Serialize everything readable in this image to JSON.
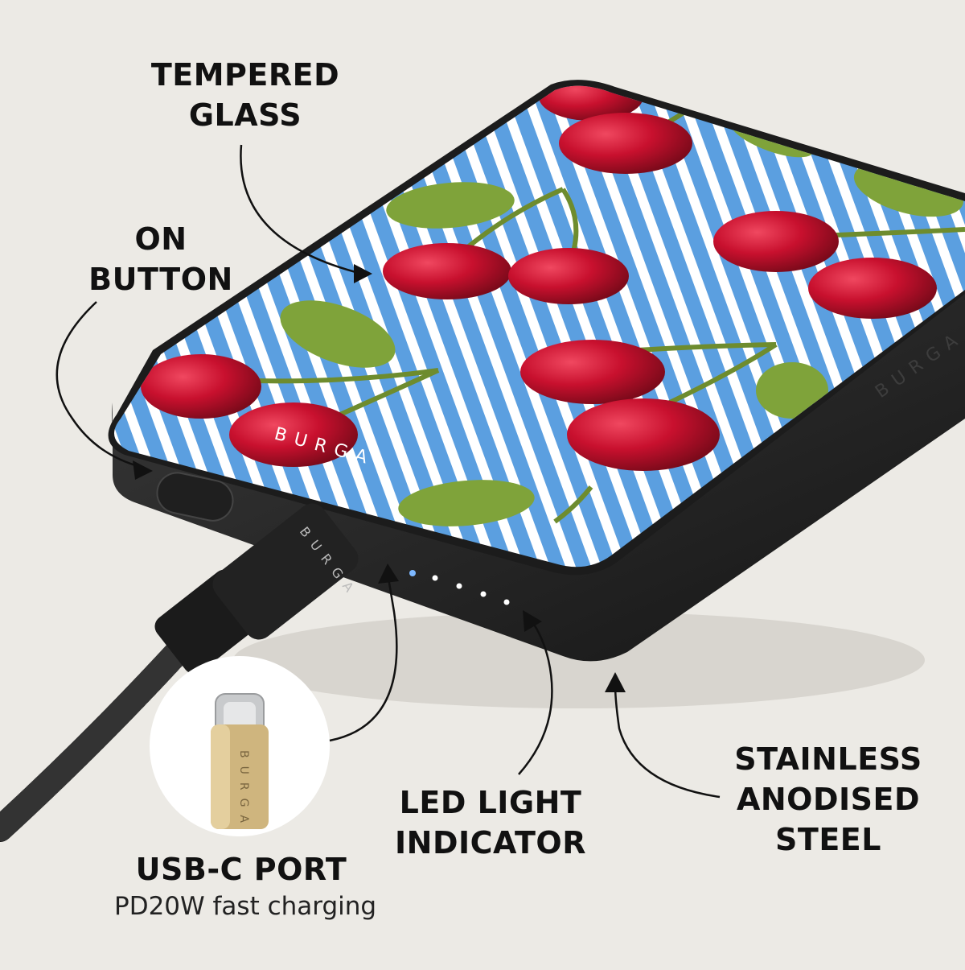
{
  "brand": "BURGA",
  "labels": {
    "tempered_glass": [
      "TEMPERED",
      "GLASS"
    ],
    "on_button": [
      "ON",
      "BUTTON"
    ],
    "usb_c_port": "USB-C PORT",
    "usb_c_sub": "PD20W fast charging",
    "led_light": [
      "LED LIGHT",
      "INDICATOR"
    ],
    "steel": [
      "STAINLESS",
      "ANODISED",
      "STEEL"
    ]
  },
  "colors": {
    "background": "#ECEAE5",
    "stripe_blue": "#5B9FE0",
    "cherry": "#C8102E",
    "leaf": "#7FA33A",
    "body": "#2A2A2A",
    "led": "#FFFFFF"
  },
  "icons": [
    "arrow-icon",
    "usb-c-connector-icon",
    "cherry-icon",
    "leaf-icon"
  ]
}
